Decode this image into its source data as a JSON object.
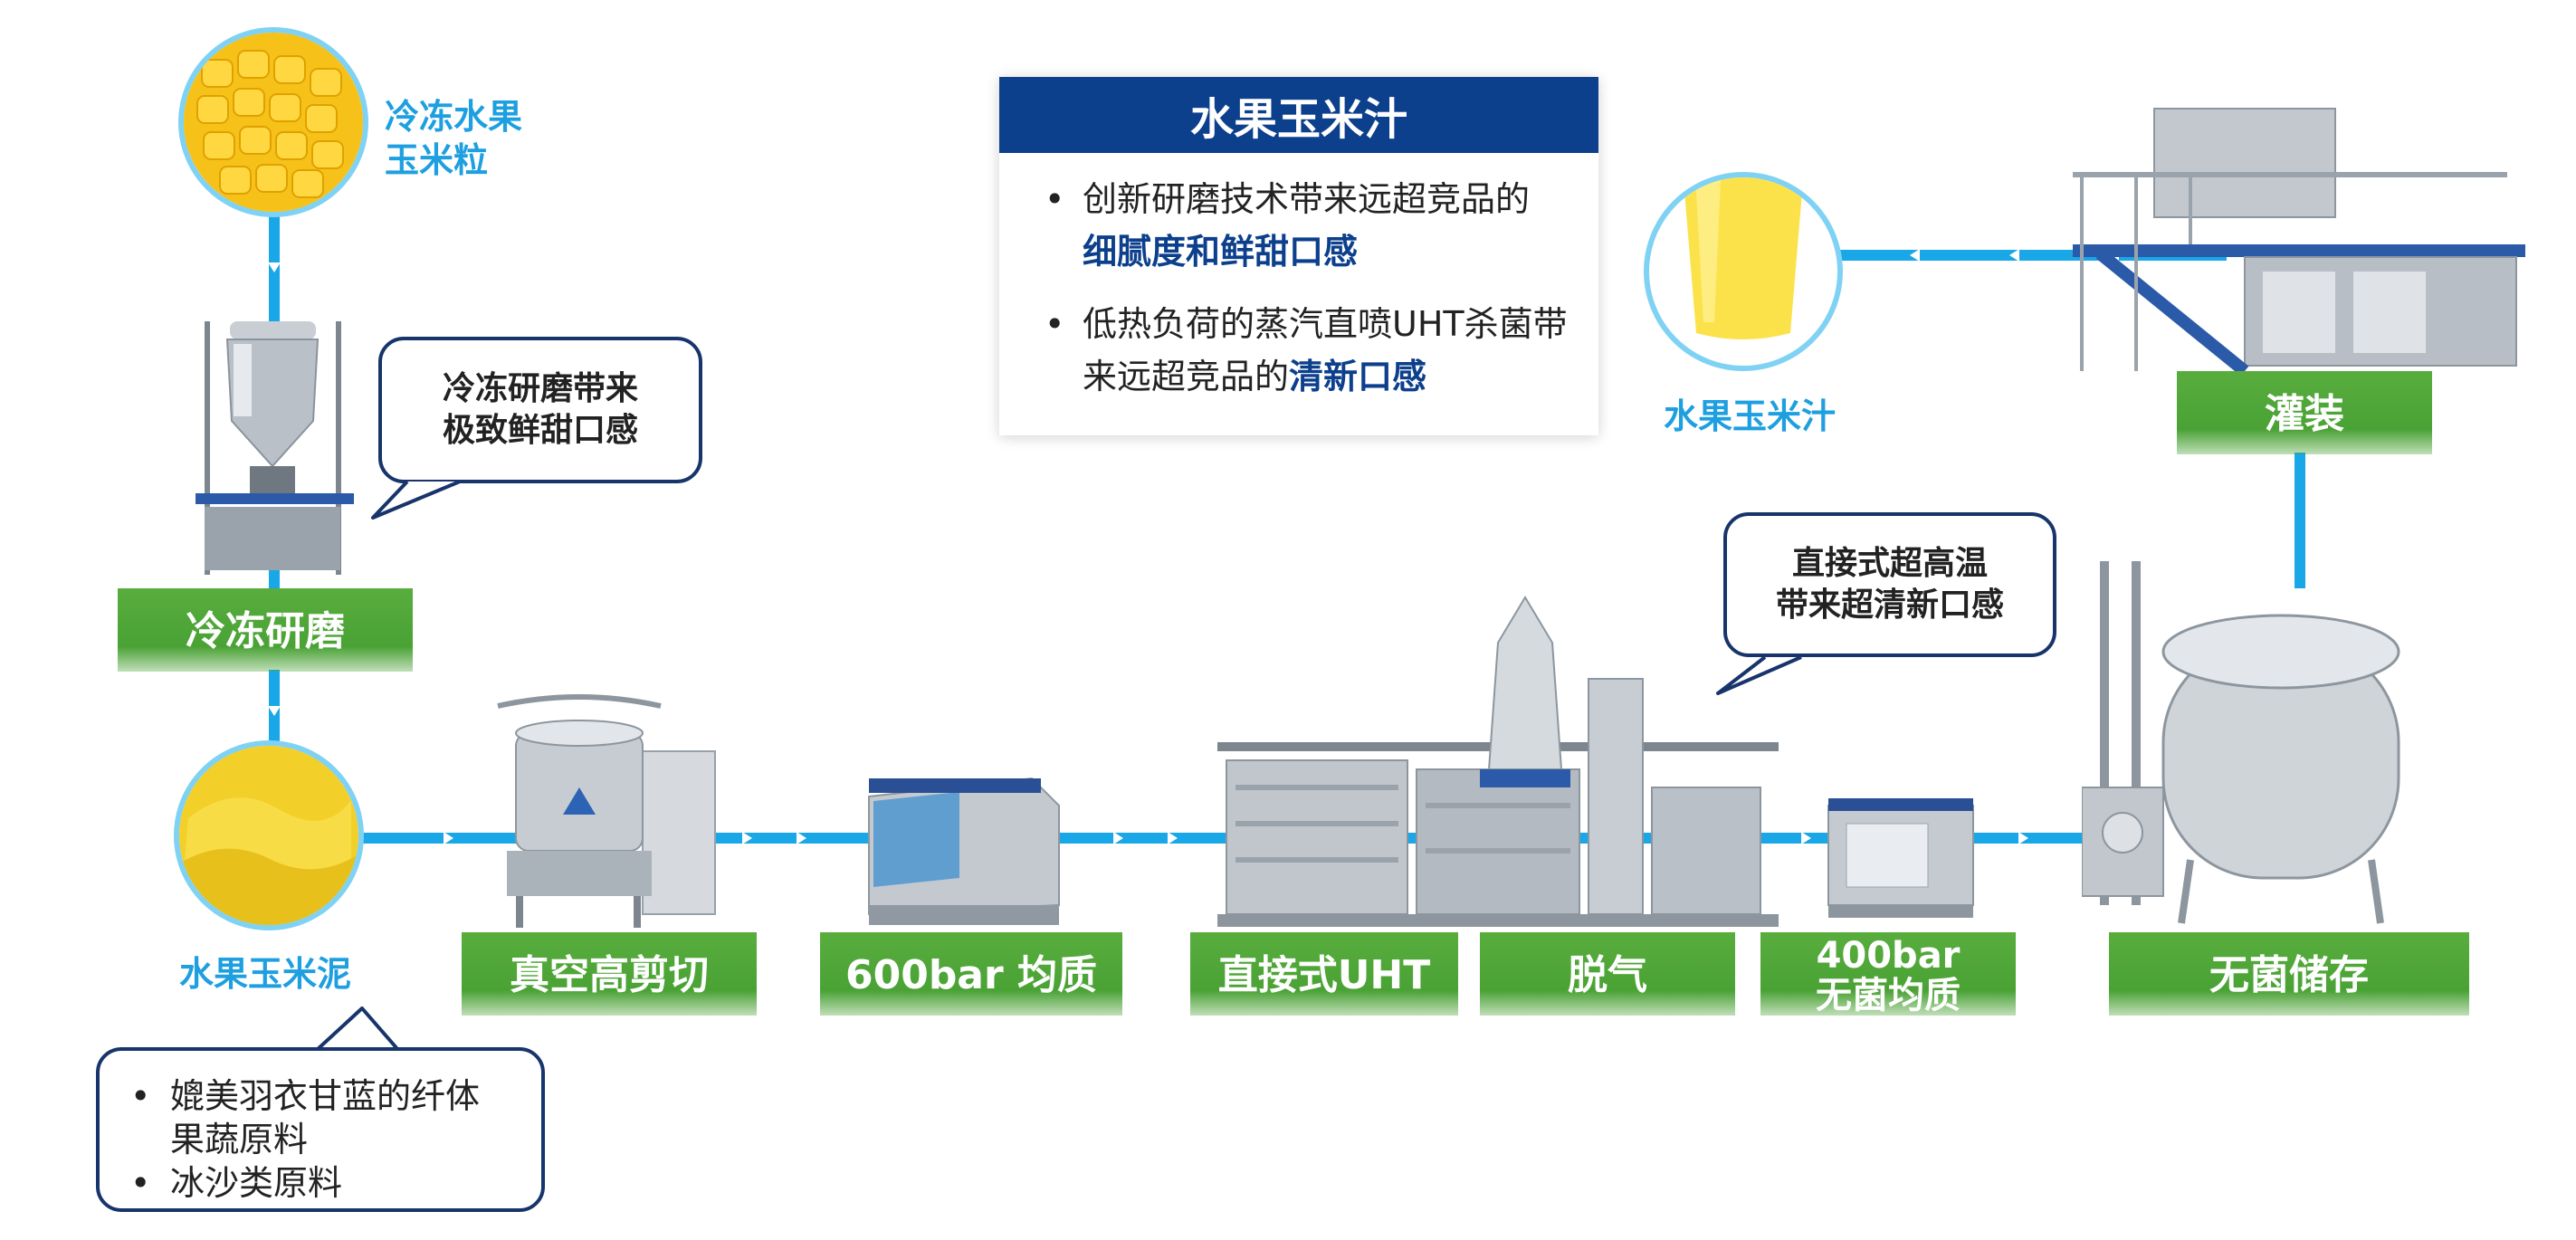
{
  "diagram": {
    "colors": {
      "pipe": "#1aa7e8",
      "step_green": "#4aa235",
      "caption_blue": "#1e9fe0",
      "card_header": "#0c3f8c",
      "bubble_border": "#17346b"
    },
    "input": {
      "frozen_corn_caption_line1": "冷冻水果",
      "frozen_corn_caption_line2": "玉米粒",
      "puree_caption": "水果玉米泥"
    },
    "bubbles": {
      "freeze_grinding_line1": "冷冻研磨带来",
      "freeze_grinding_line2": "极致鲜甜口感",
      "direct_uht_line1": "直接式超高温",
      "direct_uht_line2": "带来超清新口感",
      "raw_materials": [
        "媲美羽衣甘蓝的纤体",
        "果蔬原料",
        "冰沙类原料"
      ]
    },
    "card": {
      "title": "水果玉米汁",
      "bullet1_text": "创新研磨技术带来远超竞品的",
      "bullet1_highlight": "细腻度和鲜甜口感",
      "bullet2_text": "低热负荷的蒸汽直喷UHT杀菌带来远超竞品的",
      "bullet2_highlight": "清新口感"
    },
    "product": {
      "caption": "水果玉米汁"
    },
    "steps": {
      "freeze_grinding": "冷冻研磨",
      "vacuum_shear": "真空高剪切",
      "homogenize_600": "600bar 均质",
      "direct_uht": "直接式UHT",
      "deaeration": "脱气",
      "aseptic_homog_line1": "400bar",
      "aseptic_homog_line2": "无菌均质",
      "aseptic_storage": "无菌储存",
      "filling": "灌装"
    }
  }
}
